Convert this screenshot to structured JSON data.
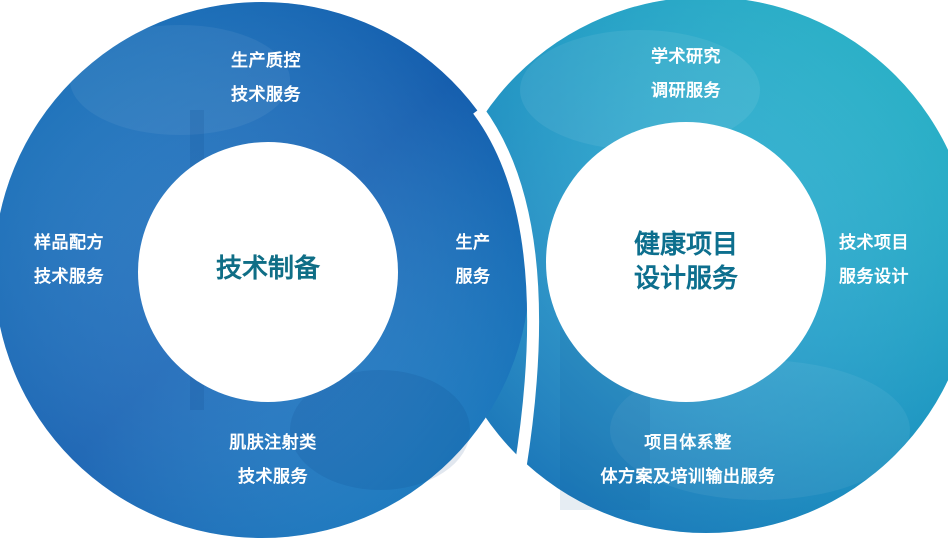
{
  "left_circle": {
    "hub": "技术制备",
    "items": [
      {
        "line1": "生产质控",
        "line2": "技术服务"
      },
      {
        "line1": "样品配方",
        "line2": "技术服务"
      },
      {
        "line1": "肌肤注射类",
        "line2": "技术服务"
      },
      {
        "line1": "生产",
        "line2": "服务"
      }
    ]
  },
  "right_circle": {
    "hub_line1": "健康项目",
    "hub_line2": "设计服务",
    "items": [
      {
        "line1": "学术研究",
        "line2": "调研服务"
      },
      {
        "line1": "技术项目",
        "line2": "服务设计"
      },
      {
        "line1": "项目体系整",
        "line2": "体方案及培训输出服务"
      }
    ]
  },
  "colors": {
    "left_ring_dark": "#1565b8",
    "left_ring_light": "#1a8fd0",
    "right_ring_dark": "#1a86c8",
    "right_ring_light": "#22c2cc",
    "hub_text": "#0f6e86"
  }
}
